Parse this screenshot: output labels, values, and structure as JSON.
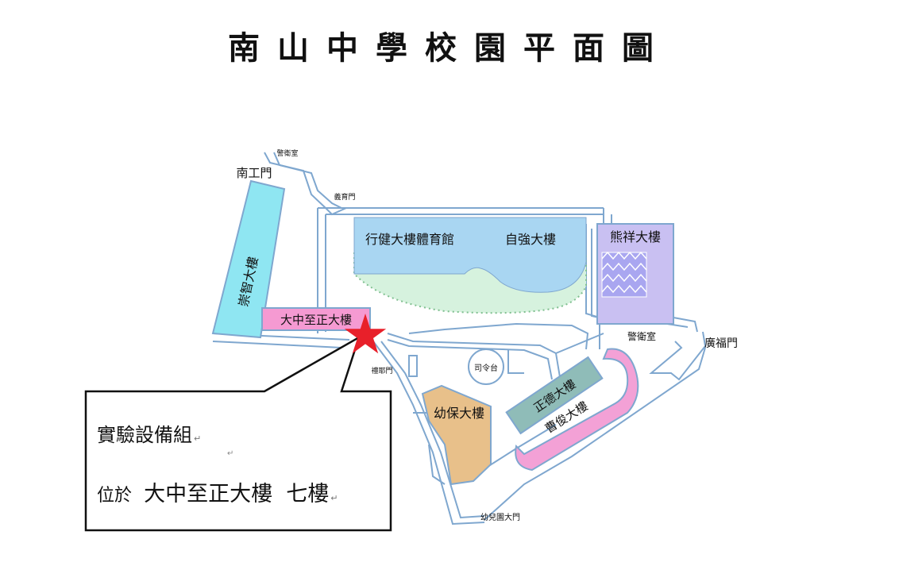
{
  "title": "南山中學校園平面圖",
  "colors": {
    "line": "#7fa7cf",
    "chongzhi": "#8fe6f2",
    "dazhong": "#f59ad2",
    "xiongxiang": "#c9c0f2",
    "gym": "#a9d6f2",
    "field": "#d6f2de",
    "youbao": "#e8c08a",
    "zhengde": "#8fbcb8",
    "caojun": "#f3a1d6",
    "star": "#e8202a"
  },
  "map": {
    "gates": {
      "nangong": "南工門",
      "guangfu": "廣福門",
      "yiyu": "義育門",
      "li": "禮耶門",
      "youeryuan": "幼兒園大門"
    },
    "guard_rooms": {
      "north": "警衛室",
      "east": "警衛室"
    },
    "buildings": {
      "chongzhi": "崇智大樓",
      "dazhong": "大中至正大樓",
      "xingjian": "行健大樓體育館",
      "ziqiang": "自強大樓",
      "xiongxiang": "熊祥大樓",
      "silingtai": "司令台",
      "youbao": "幼保大樓",
      "zhengde": "正德大樓",
      "caojun": "曹俊大樓"
    }
  },
  "callout": {
    "line1": "實驗設備組",
    "line2_prefix": "位於",
    "line2_main": "大中至正大樓  七樓",
    "return_mark": "↵",
    "paragraph_mark": "↵"
  }
}
